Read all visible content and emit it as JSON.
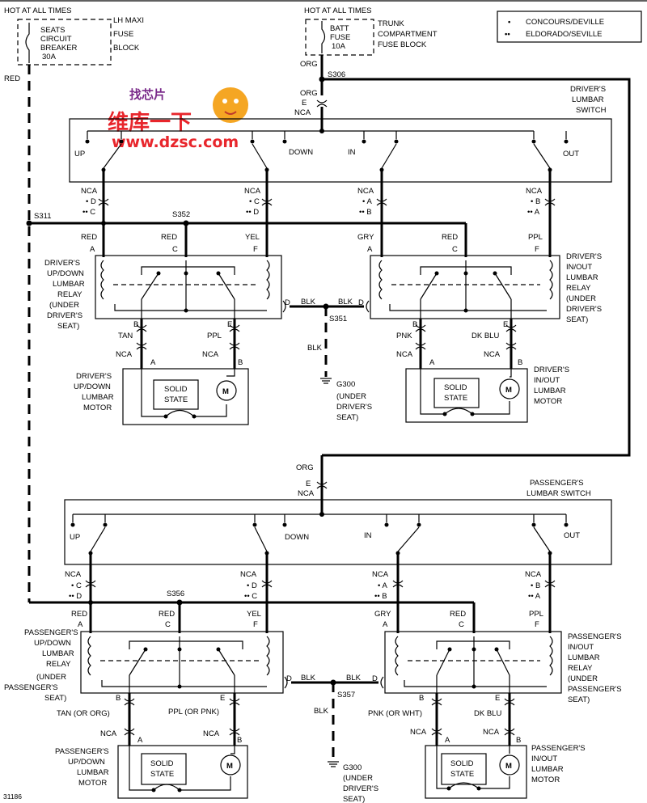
{
  "diagram_id": "31186",
  "legend": {
    "single": {
      "symbol": "•",
      "text": "CONCOURS/DEVILLE"
    },
    "double": {
      "symbol": "••",
      "text": "ELDORADO/SEVILLE"
    }
  },
  "hot_left": "HOT AT ALL TIMES",
  "hot_right": "HOT AT ALL TIMES",
  "breaker_box": [
    "SEATS",
    "CIRCUIT",
    "BREAKER",
    "30A"
  ],
  "lh_fuse_block": [
    "LH MAXI",
    "FUSE",
    "BLOCK"
  ],
  "batt_fuse_box": [
    "BATT",
    "FUSE",
    "10A"
  ],
  "trunk_fuse_block": [
    "TRUNK",
    "COMPARTMENT",
    "FUSE BLOCK"
  ],
  "watermark": {
    "line1": "维库一下",
    "line2": "www.dzsc.com",
    "line3": "找芯片"
  },
  "splices": {
    "s306": "S306",
    "s311": "S311",
    "s352": "S352",
    "s351": "S351",
    "s356": "S356",
    "s357": "S357"
  },
  "wires": {
    "red": "RED",
    "org": "ORG",
    "blk": "BLK",
    "gry": "GRY",
    "yel": "YEL",
    "ppl": "PPL",
    "tan": "TAN",
    "pnk": "PNK",
    "dkblu": "DK BLU",
    "tan_org": "TAN (OR ORG)",
    "ppl_pnk": "PPL (OR PNK)",
    "pnk_wht": "PNK (OR WHT)"
  },
  "conn": {
    "nca": "NCA",
    "a": "A",
    "b": "B",
    "c": "C",
    "d": "D",
    "e": "E",
    "f": "F",
    "sc": "• C",
    "sd": "• D",
    "sa": "• A",
    "sb": "• B",
    "dc": "•• C",
    "dd": "•• D",
    "da": "•• A",
    "db": "•• B"
  },
  "driver_switch": [
    "DRIVER'S",
    "LUMBAR",
    "SWITCH"
  ],
  "passenger_switch": [
    "PASSENGER'S",
    "LUMBAR SWITCH"
  ],
  "positions": {
    "up": "UP",
    "down": "DOWN",
    "in": "IN",
    "out": "OUT"
  },
  "driver_updown_relay": [
    "DRIVER'S",
    "UP/DOWN",
    "LUMBAR",
    "RELAY",
    "(UNDER",
    "DRIVER'S",
    "SEAT)"
  ],
  "driver_inout_relay": [
    "DRIVER'S",
    "IN/OUT",
    "LUMBAR",
    "RELAY",
    "(UNDER",
    "DRIVER'S",
    "SEAT)"
  ],
  "driver_updown_motor": [
    "DRIVER'S",
    "UP/DOWN",
    "LUMBAR",
    "MOTOR"
  ],
  "driver_inout_motor": [
    "DRIVER'S",
    "IN/OUT",
    "LUMBAR",
    "MOTOR"
  ],
  "passenger_updown_relay": [
    "PASSENGER'S",
    "UP/DOWN",
    "LUMBAR",
    "RELAY",
    "(UNDER",
    "PASSENGER'S",
    "SEAT)"
  ],
  "passenger_inout_relay": [
    "PASSENGER'S",
    "IN/OUT",
    "LUMBAR",
    "RELAY",
    "(UNDER",
    "PASSENGER'S",
    "SEAT)"
  ],
  "passenger_updown_motor": [
    "PASSENGER'S",
    "UP/DOWN",
    "LUMBAR",
    "MOTOR"
  ],
  "passenger_inout_motor": [
    "PASSENGER'S",
    "IN/OUT",
    "LUMBAR",
    "MOTOR"
  ],
  "solid_state": [
    "SOLID",
    "STATE"
  ],
  "motor_symbol": "M",
  "ground_label": "G300",
  "ground_desc": [
    "(UNDER",
    "DRIVER'S",
    "SEAT)"
  ]
}
